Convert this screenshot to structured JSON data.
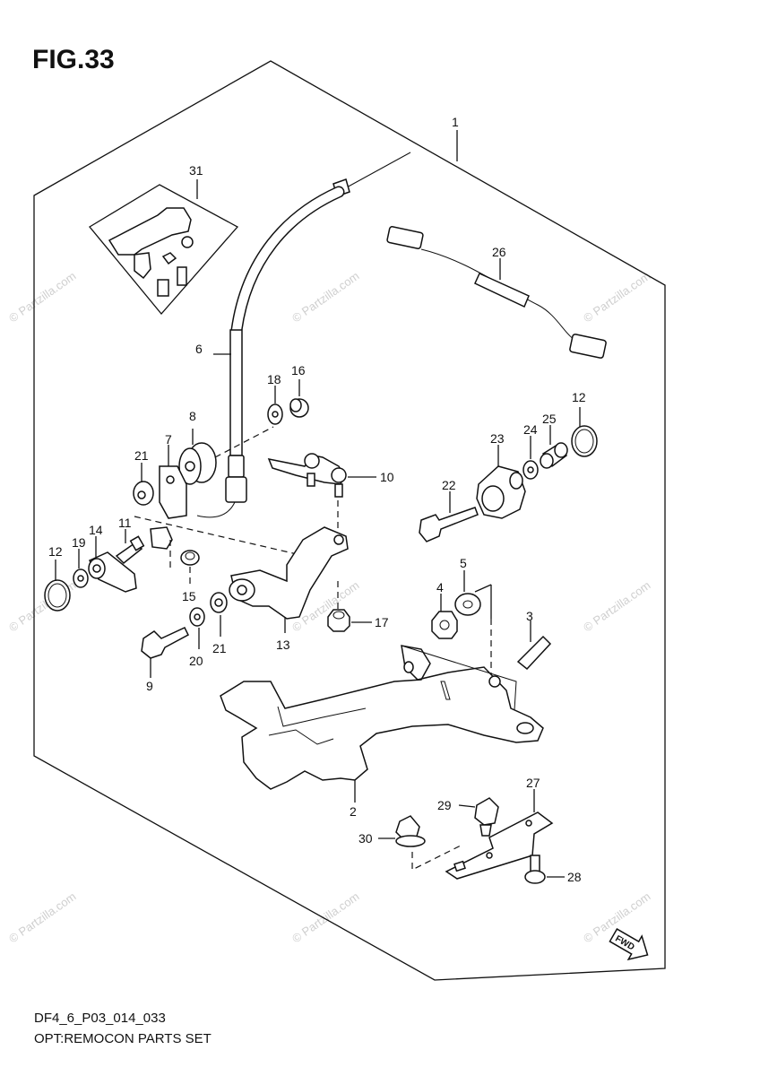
{
  "figure": {
    "title": "FIG.33",
    "code": "DF4_6_P03_014_033",
    "name": "OPT:REMOCON PARTS SET",
    "fwd_label": "FWD"
  },
  "watermark": "© Partzilla.com",
  "callouts": [
    "1",
    "2",
    "3",
    "4",
    "5",
    "6",
    "7",
    "8",
    "9",
    "10",
    "11",
    "12",
    "12",
    "13",
    "14",
    "15",
    "16",
    "17",
    "18",
    "19",
    "20",
    "21",
    "21",
    "22",
    "23",
    "24",
    "25",
    "26",
    "27",
    "28",
    "29",
    "30",
    "31"
  ]
}
